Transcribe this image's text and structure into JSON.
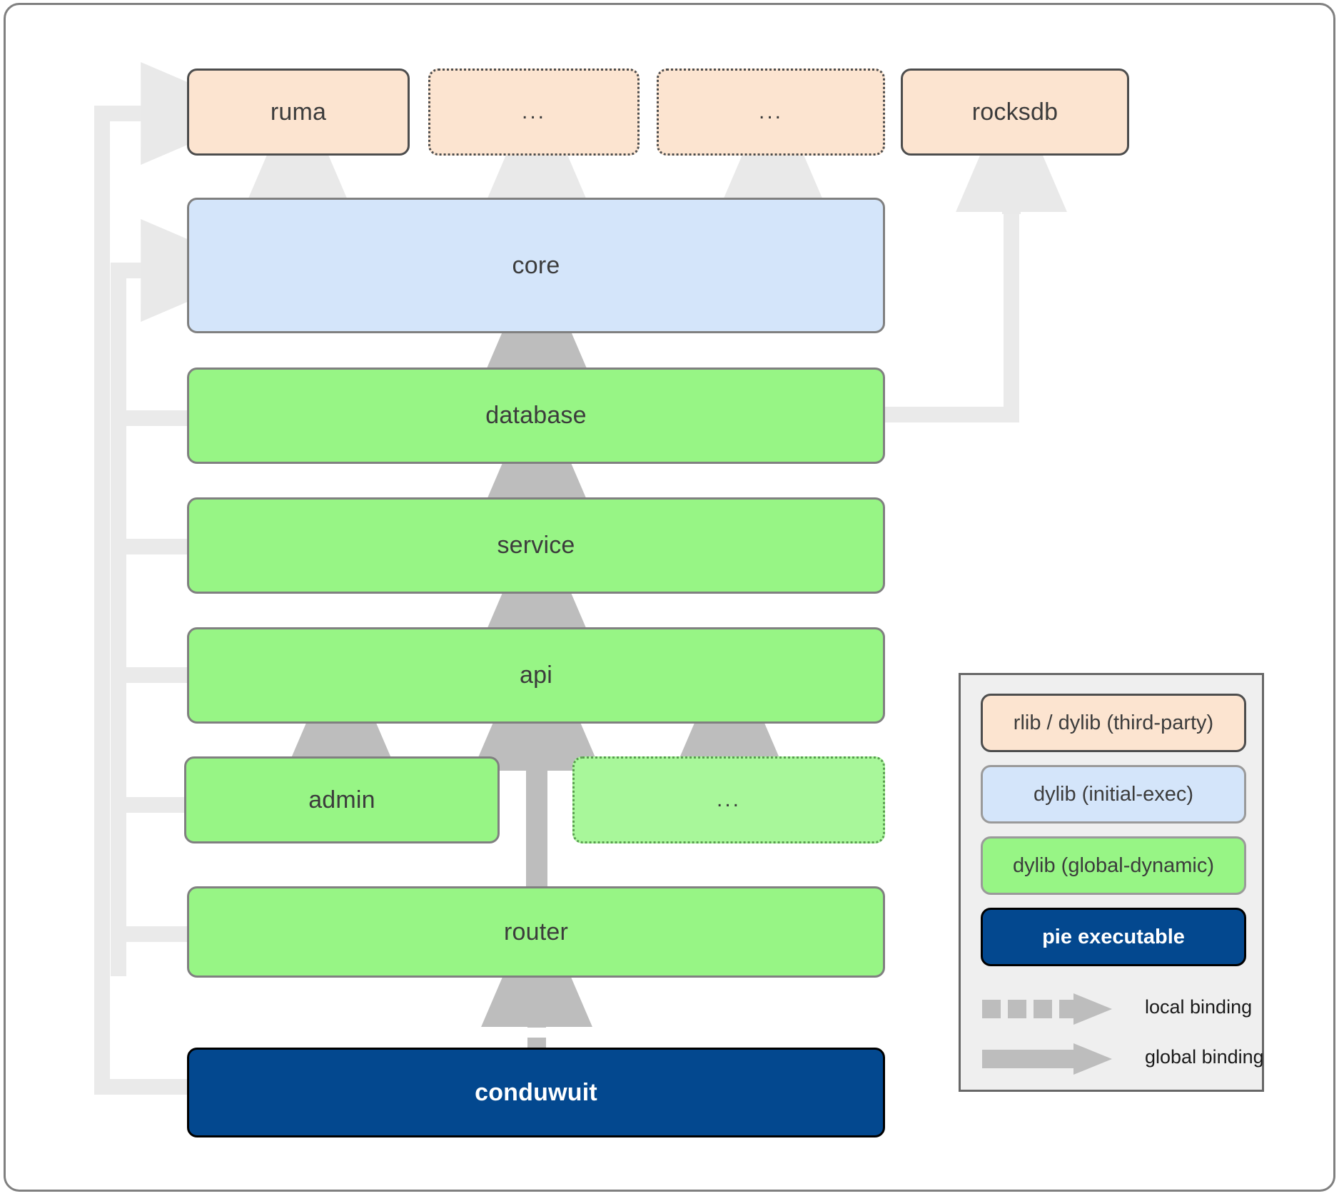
{
  "diagram": {
    "title_hidden": "",
    "nodes": [
      {
        "id": "ruma",
        "label": "ruma",
        "kind": "rlib-dylib-third-party",
        "dotted": false
      },
      {
        "id": "tp-dots-1",
        "label": "...",
        "kind": "rlib-dylib-third-party",
        "dotted": true
      },
      {
        "id": "tp-dots-2",
        "label": "...",
        "kind": "rlib-dylib-third-party",
        "dotted": true
      },
      {
        "id": "rocksdb",
        "label": "rocksdb",
        "kind": "rlib-dylib-third-party",
        "dotted": false
      },
      {
        "id": "core",
        "label": "core",
        "kind": "dylib-initial-exec",
        "dotted": false
      },
      {
        "id": "database",
        "label": "database",
        "kind": "dylib-global-dynamic",
        "dotted": false
      },
      {
        "id": "service",
        "label": "service",
        "kind": "dylib-global-dynamic",
        "dotted": false
      },
      {
        "id": "api",
        "label": "api",
        "kind": "dylib-global-dynamic",
        "dotted": false
      },
      {
        "id": "admin",
        "label": "admin",
        "kind": "dylib-global-dynamic",
        "dotted": false
      },
      {
        "id": "api-dots",
        "label": "...",
        "kind": "dylib-global-dynamic",
        "dotted": true
      },
      {
        "id": "router",
        "label": "router",
        "kind": "dylib-global-dynamic",
        "dotted": false
      },
      {
        "id": "conduwuit",
        "label": "conduwuit",
        "kind": "pie-executable",
        "dotted": false
      }
    ],
    "edges": [
      {
        "from": "core",
        "to": "ruma",
        "binding": "global"
      },
      {
        "from": "core",
        "to": "tp-dots-1",
        "binding": "global"
      },
      {
        "from": "core",
        "to": "tp-dots-2",
        "binding": "global"
      },
      {
        "from": "database",
        "to": "rocksdb",
        "binding": "global"
      },
      {
        "from": "database",
        "to": "core",
        "binding": "global"
      },
      {
        "from": "service",
        "to": "database",
        "binding": "global"
      },
      {
        "from": "api",
        "to": "service",
        "binding": "global"
      },
      {
        "from": "admin",
        "to": "api",
        "binding": "global"
      },
      {
        "from": "api-dots",
        "to": "api",
        "binding": "global"
      },
      {
        "from": "router",
        "to": "api",
        "binding": "global"
      },
      {
        "from": "conduwuit",
        "to": "router",
        "binding": "local"
      },
      {
        "from": "conduwuit",
        "to": "ruma",
        "binding": "global"
      },
      {
        "from": "router",
        "to": "core",
        "binding": "global"
      }
    ]
  },
  "legend": {
    "items": [
      {
        "label": "rlib / dylib (third-party)",
        "kind": "rlib-dylib-third-party"
      },
      {
        "label": "dylib (initial-exec)",
        "kind": "dylib-initial-exec"
      },
      {
        "label": "dylib (global-dynamic)",
        "kind": "dylib-global-dynamic"
      },
      {
        "label": "pie executable",
        "kind": "pie-executable"
      }
    ],
    "bindings": [
      {
        "label": "local binding",
        "style": "dashed-arrow"
      },
      {
        "label": "global binding",
        "style": "solid-arrow"
      }
    ]
  },
  "colors": {
    "third_party_fill": "#fce4d0",
    "initial_exec_fill": "#d4e5fa",
    "global_dynamic_fill": "#97f585",
    "pie_fill": "#03488f",
    "arrow_light": "#e9e9e9",
    "arrow_gray": "#bdbdbd",
    "frame_border": "#808080",
    "legend_bg": "#efefef"
  }
}
